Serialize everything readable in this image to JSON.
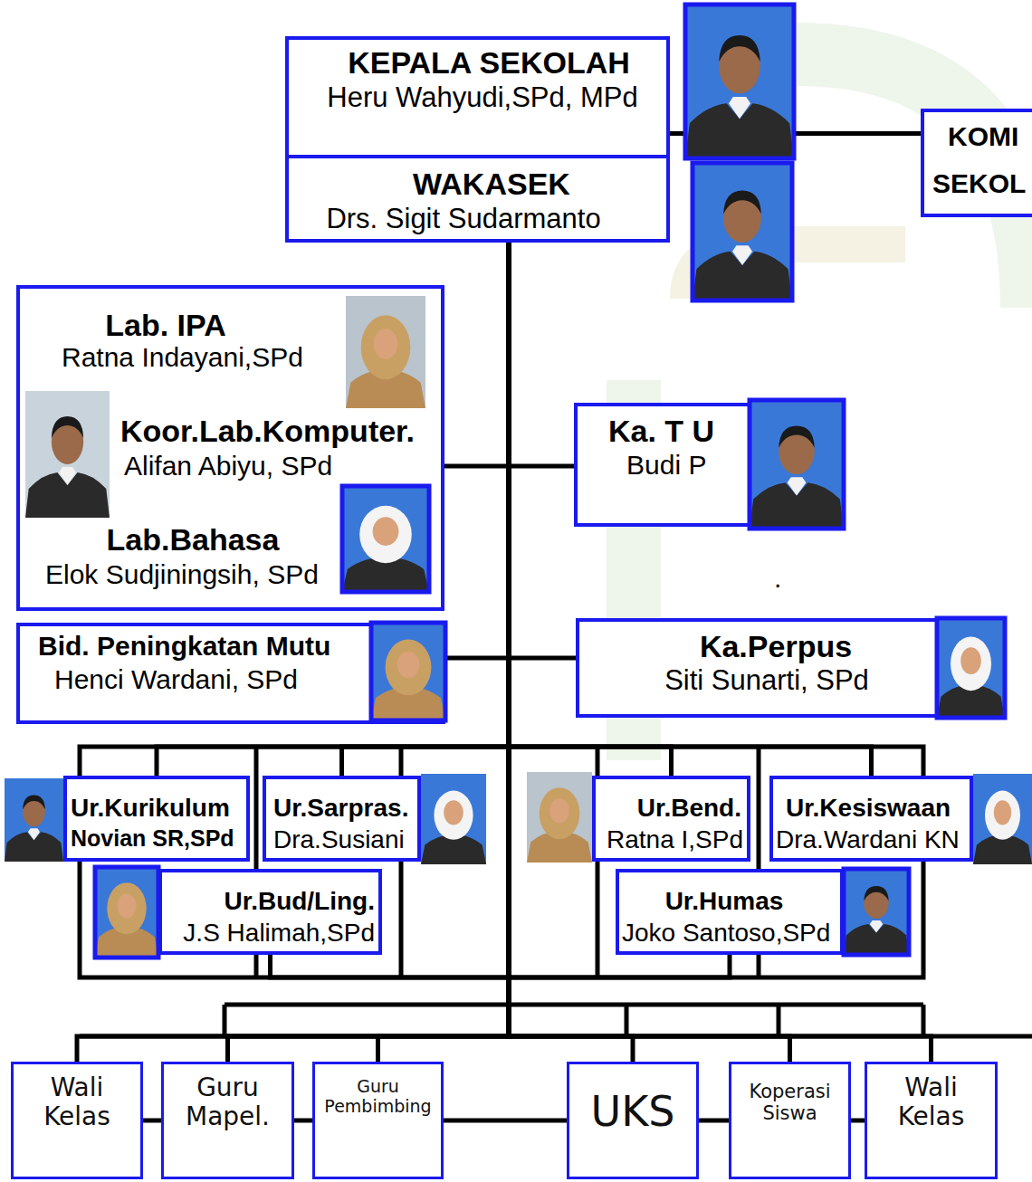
{
  "diagram": {
    "nodes": [
      {
        "text": [
          "KEPALA SEKOLAH",
          "Heru Wahyudi,SPd, MPd"
        ]
      },
      {
        "text": [
          "WAKASEK",
          "Drs. Sigit Sudarmanto"
        ]
      },
      {
        "text": [
          "KOMI",
          "SEKOL"
        ]
      },
      {
        "text": [
          "Lab. IPA",
          "Ratna Indayani,SPd",
          "Koor.Lab.Komputer.",
          "Alifan Abiyu, SPd",
          "Lab.Bahasa",
          "Elok Sudjiningsih, SPd"
        ]
      },
      {
        "text": [
          "Ka. T U",
          "Budi P"
        ]
      },
      {
        "text": [
          "Bid. Peningkatan Mutu",
          "Henci Wardani, SPd"
        ]
      },
      {
        "text": [
          "Ka.Perpus",
          "Siti Sunarti, SPd"
        ]
      },
      {
        "text": [
          "Ur.Kurikulum",
          "Novian SR,SPd"
        ]
      },
      {
        "text": [
          "Ur.Sarpras.",
          "Dra.Susiani"
        ]
      },
      {
        "text": [
          "Ur.Bend.",
          "Ratna I,SPd"
        ]
      },
      {
        "text": [
          "Ur.Kesiswaan",
          "Dra.Wardani KN"
        ]
      },
      {
        "text": [
          "Ur.Bud/Ling.",
          "J.S Halimah,SPd"
        ]
      },
      {
        "text": [
          "Ur.Humas",
          "Joko Santoso,SPd"
        ]
      },
      {
        "text": [
          "Wali Kelas"
        ]
      },
      {
        "text": [
          "Guru Mapel."
        ]
      },
      {
        "text": [
          "Guru Pembimbing"
        ]
      },
      {
        "text": [
          "UKS"
        ]
      },
      {
        "text": [
          "Koperasi Siswa"
        ]
      },
      {
        "text": [
          "Wali Kelas"
        ]
      }
    ],
    "edges": [
      {
        "from": 0,
        "to": 2,
        "arrow": "none"
      },
      {
        "from": 1,
        "to": 3,
        "arrow": "none"
      },
      {
        "from": 1,
        "to": 4,
        "arrow": "none"
      },
      {
        "from": 1,
        "to": 5,
        "arrow": "none"
      },
      {
        "from": 1,
        "to": 6,
        "arrow": "none"
      },
      {
        "from": 1,
        "to": 7,
        "arrow": "none"
      },
      {
        "from": 1,
        "to": 8,
        "arrow": "none"
      },
      {
        "from": 1,
        "to": 9,
        "arrow": "none"
      },
      {
        "from": 1,
        "to": 10,
        "arrow": "none"
      },
      {
        "from": 1,
        "to": 11,
        "arrow": "none"
      },
      {
        "from": 1,
        "to": 12,
        "arrow": "none"
      },
      {
        "from": 1,
        "to": 13,
        "arrow": "none"
      },
      {
        "from": 1,
        "to": 14,
        "arrow": "none"
      },
      {
        "from": 1,
        "to": 15,
        "arrow": "none"
      },
      {
        "from": 1,
        "to": 16,
        "arrow": "none"
      },
      {
        "from": 1,
        "to": 17,
        "arrow": "none"
      },
      {
        "from": 1,
        "to": 18,
        "arrow": "none"
      },
      {
        "from": 13,
        "to": 14,
        "arrow": "none"
      },
      {
        "from": 14,
        "to": 15,
        "arrow": "none"
      },
      {
        "from": 15,
        "to": 16,
        "arrow": "none"
      },
      {
        "from": 16,
        "to": 17,
        "arrow": "none"
      },
      {
        "from": 17,
        "to": 18,
        "arrow": "none"
      }
    ],
    "labels": [
      "."
    ]
  }
}
